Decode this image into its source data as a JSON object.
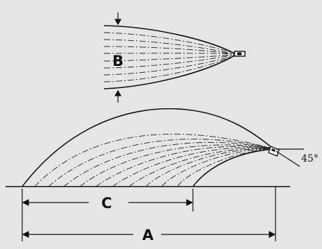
{
  "labels": {
    "width_label": "B",
    "coverage_label": "C",
    "throw_label": "A",
    "angle_label": "45°"
  },
  "colors": {
    "background": "#e6e6e6",
    "ink": "#111111"
  }
}
